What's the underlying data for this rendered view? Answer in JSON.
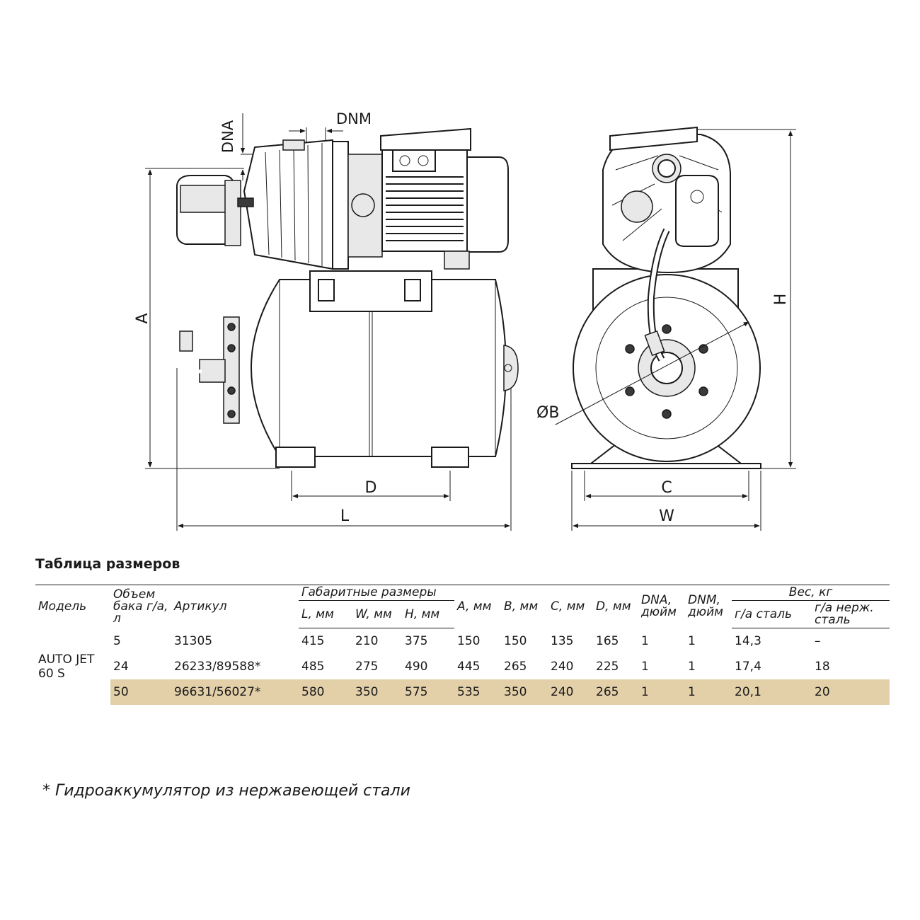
{
  "drawing": {
    "labels": {
      "dna": "DNA",
      "dnm": "DNM",
      "a": "A",
      "l": "L",
      "d": "D",
      "b": "ØB",
      "c": "C",
      "w": "W",
      "h": "H"
    }
  },
  "table": {
    "title": "Таблица размеров",
    "headers": {
      "model": "Модель",
      "volume": "Объем бака г/а, л",
      "article": "Артикул",
      "overall": "Габаритные размеры",
      "l": "L, мм",
      "w": "W, мм",
      "h": "H, мм",
      "a": "A, мм",
      "b": "B, мм",
      "c": "C, мм",
      "d": "D, мм",
      "dna": "DNA, дюйм",
      "dnm": "DNM, дюйм",
      "weight": "Вес, кг",
      "weight_steel": "г/а сталь",
      "weight_stainless": "г/а нерж. сталь"
    },
    "model": "AUTO JET 60 S",
    "rows": [
      {
        "volume": "5",
        "article": "31305",
        "l": "415",
        "w": "210",
        "h": "375",
        "a": "150",
        "b": "150",
        "c": "135",
        "d": "165",
        "dna": "1",
        "dnm": "1",
        "w_steel": "14,3",
        "w_stainless": "–"
      },
      {
        "volume": "24",
        "article": "26233/89588*",
        "l": "485",
        "w": "275",
        "h": "490",
        "a": "445",
        "b": "265",
        "c": "240",
        "d": "225",
        "dna": "1",
        "dnm": "1",
        "w_steel": "17,4",
        "w_stainless": "18"
      },
      {
        "volume": "50",
        "article": "96631/56027*",
        "l": "580",
        "w": "350",
        "h": "575",
        "a": "535",
        "b": "350",
        "c": "240",
        "d": "265",
        "dna": "1",
        "dnm": "1",
        "w_steel": "20,1",
        "w_stainless": "20"
      }
    ],
    "highlight_color": "#e3d0a9"
  },
  "footnote": "* Гидроаккумулятор из нержавеющей стали"
}
